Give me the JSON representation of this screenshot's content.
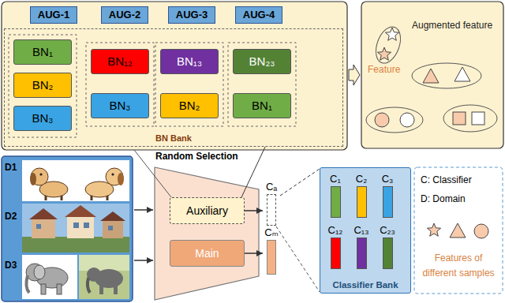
{
  "diagram": {
    "nodes": [
      {
        "text": [
          "AUG-1"
        ]
      },
      {
        "text": [
          "AUG-2"
        ]
      },
      {
        "text": [
          "AUG-3"
        ]
      },
      {
        "text": [
          "AUG-4"
        ]
      },
      {
        "text": [
          "BN Bank"
        ]
      },
      {
        "text": [
          "BN₁"
        ],
        "in": 4
      },
      {
        "text": [
          "BN₂"
        ],
        "in": 4
      },
      {
        "text": [
          "BN₃"
        ],
        "in": 4
      },
      {
        "text": [
          "BN₁₂"
        ],
        "in": 4
      },
      {
        "text": [
          "BN₃"
        ],
        "in": 4
      },
      {
        "text": [
          "BN₁₃"
        ],
        "in": 4
      },
      {
        "text": [
          "BN₂"
        ],
        "in": 4
      },
      {
        "text": [
          "BN₂₃"
        ],
        "in": 4
      },
      {
        "text": [
          "BN₁"
        ],
        "in": 4
      },
      {
        "text": [
          "Auxiliary"
        ]
      },
      {
        "text": [
          "Main"
        ]
      },
      {
        "text": [
          "Cₐ"
        ]
      },
      {
        "text": [
          "Cₘ"
        ]
      },
      {
        "text": [
          "Classifier Bank"
        ]
      },
      {
        "text": [
          "C₁"
        ],
        "in": 18
      },
      {
        "text": [
          "C₂"
        ],
        "in": 18
      },
      {
        "text": [
          "C₃"
        ],
        "in": 18
      },
      {
        "text": [
          "C₁₂"
        ],
        "in": 18
      },
      {
        "text": [
          "C₁₃"
        ],
        "in": 18
      },
      {
        "text": [
          "C₂₃"
        ],
        "in": 18
      }
    ],
    "edges": [
      {
        "from": 4,
        "to": 14,
        "arrow": "none"
      },
      {
        "from": 14,
        "to": 16,
        "arrow": "to"
      },
      {
        "from": 15,
        "to": 17,
        "arrow": "to"
      },
      {
        "from": 16,
        "to": 18,
        "arrow": "none"
      }
    ],
    "labels": [
      "Augmented feature",
      "Feature",
      "Random Selection",
      "D1",
      "D2",
      "D3",
      "C: Classifier",
      "D: Domain"
    ],
    "legend": [
      {
        "text": "Features of different samples"
      }
    ]
  }
}
